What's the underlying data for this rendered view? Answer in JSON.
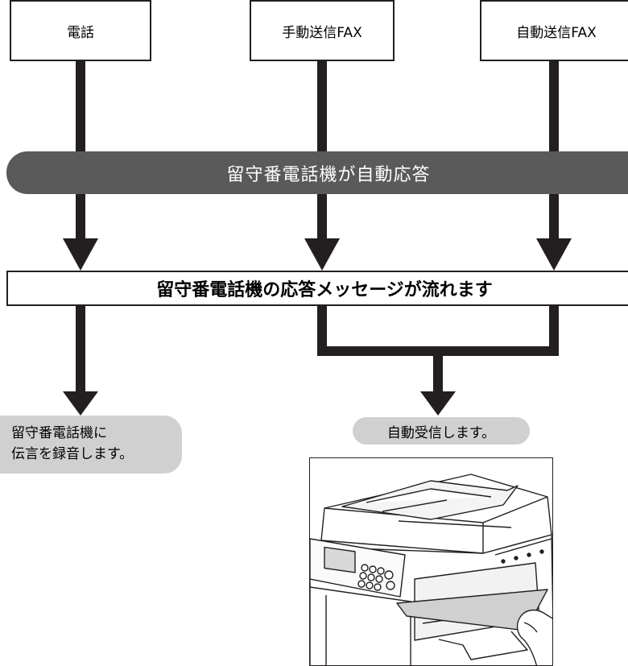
{
  "sources": [
    {
      "label": "電話"
    },
    {
      "label": "手動送信FAX"
    },
    {
      "label": "自動送信FAX"
    }
  ],
  "banner": {
    "label": "留守番電話機が自動応答"
  },
  "message_box": {
    "label": "留守番電話機の応答メッセージが流れます"
  },
  "outcome_left": {
    "line1": "留守番電話機に",
    "line2": "伝言を録音します。"
  },
  "outcome_right": {
    "label": "自動受信します。"
  },
  "colors": {
    "banner": "#5a5a5a",
    "pill": "#d0d0d0",
    "line": "#231f20"
  },
  "illustration": {
    "icon": "multifunction-printer-receiving-fax-icon"
  }
}
